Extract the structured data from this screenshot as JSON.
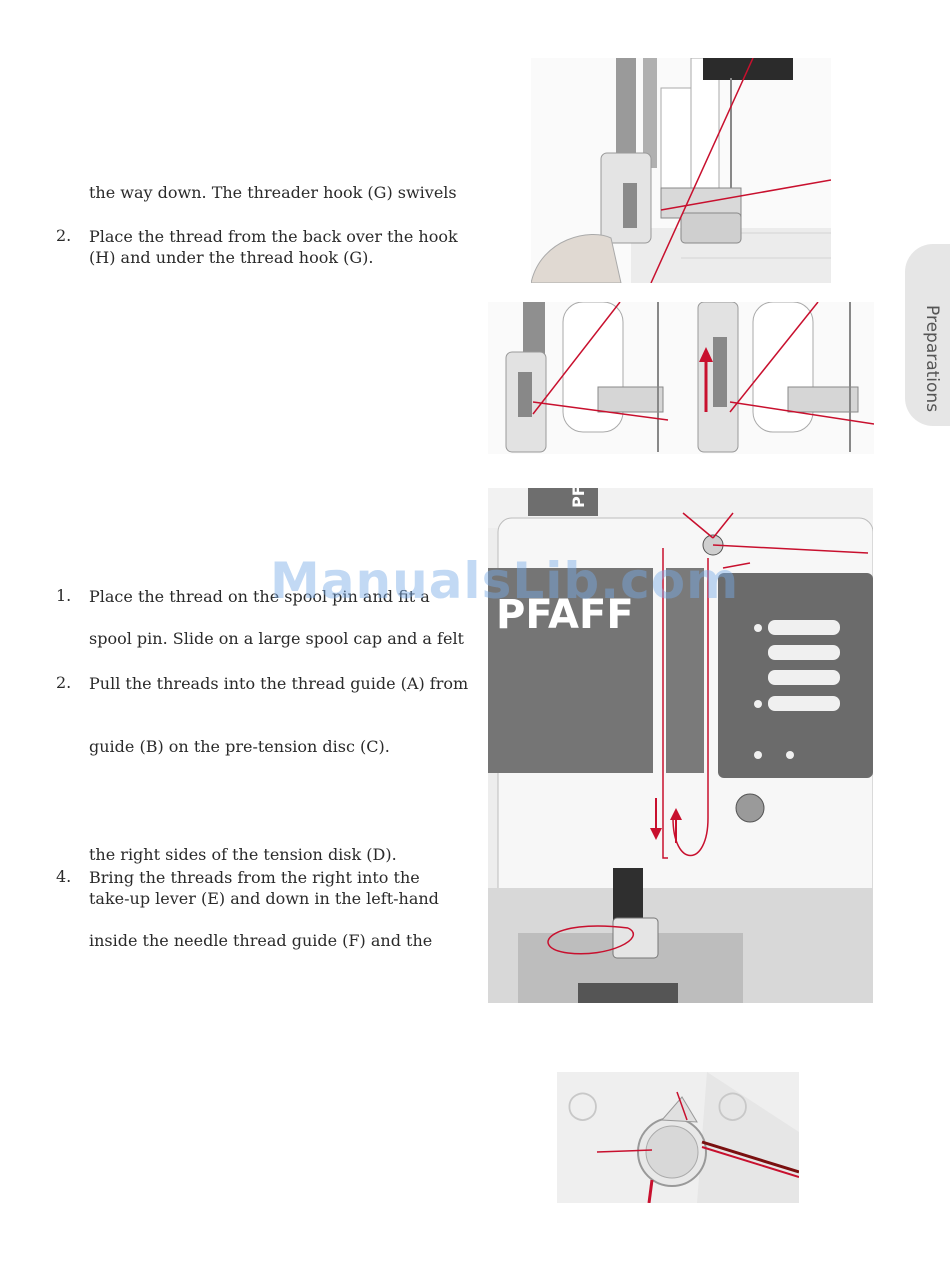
{
  "section_tab": {
    "label": "Preparations"
  },
  "threader": {
    "line_swivels": "the way down. The threader hook (G) swivels",
    "step2_num": "2.",
    "step2_line1": "Place the thread from the back over the hook",
    "step2_line2": "(H) and under the thread hook (G)."
  },
  "threading": {
    "step1_num": "1.",
    "step1_line1": "Place the thread on the spool pin and fit a",
    "step1_line2": "spool pin. Slide on a large spool cap and a felt",
    "step2_num": "2.",
    "step2_line1": "Pull the threads into the thread guide (A) from",
    "step2_line2": "guide (B) on the pre-tension disc (C).",
    "step3_line": "the right sides of the tension disk (D).",
    "step4_num": "4.",
    "step4_line1": "Bring the threads from the right into the",
    "step4_line2": "take-up lever (E) and down in the left-hand",
    "step4_line3": "inside the needle thread guide (F) and the"
  },
  "machine": {
    "brand": "PFAFF",
    "brand_top": "PFA"
  },
  "watermark": {
    "text": "ManualsLib.com"
  },
  "colors": {
    "thread": "#c8102e",
    "machine_gray": "#757575",
    "panel": "#eeeeee"
  }
}
